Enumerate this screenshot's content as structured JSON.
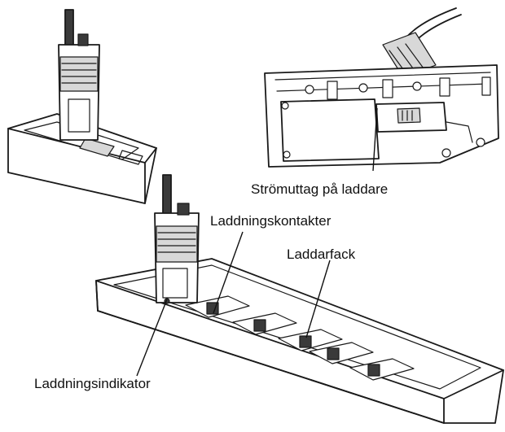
{
  "labels": {
    "power_socket": "Strömuttag på laddare",
    "charging_contacts": "Laddningskontakter",
    "charger_bay": "Laddarfack",
    "charging_indicator": "Laddningsindikator"
  }
}
